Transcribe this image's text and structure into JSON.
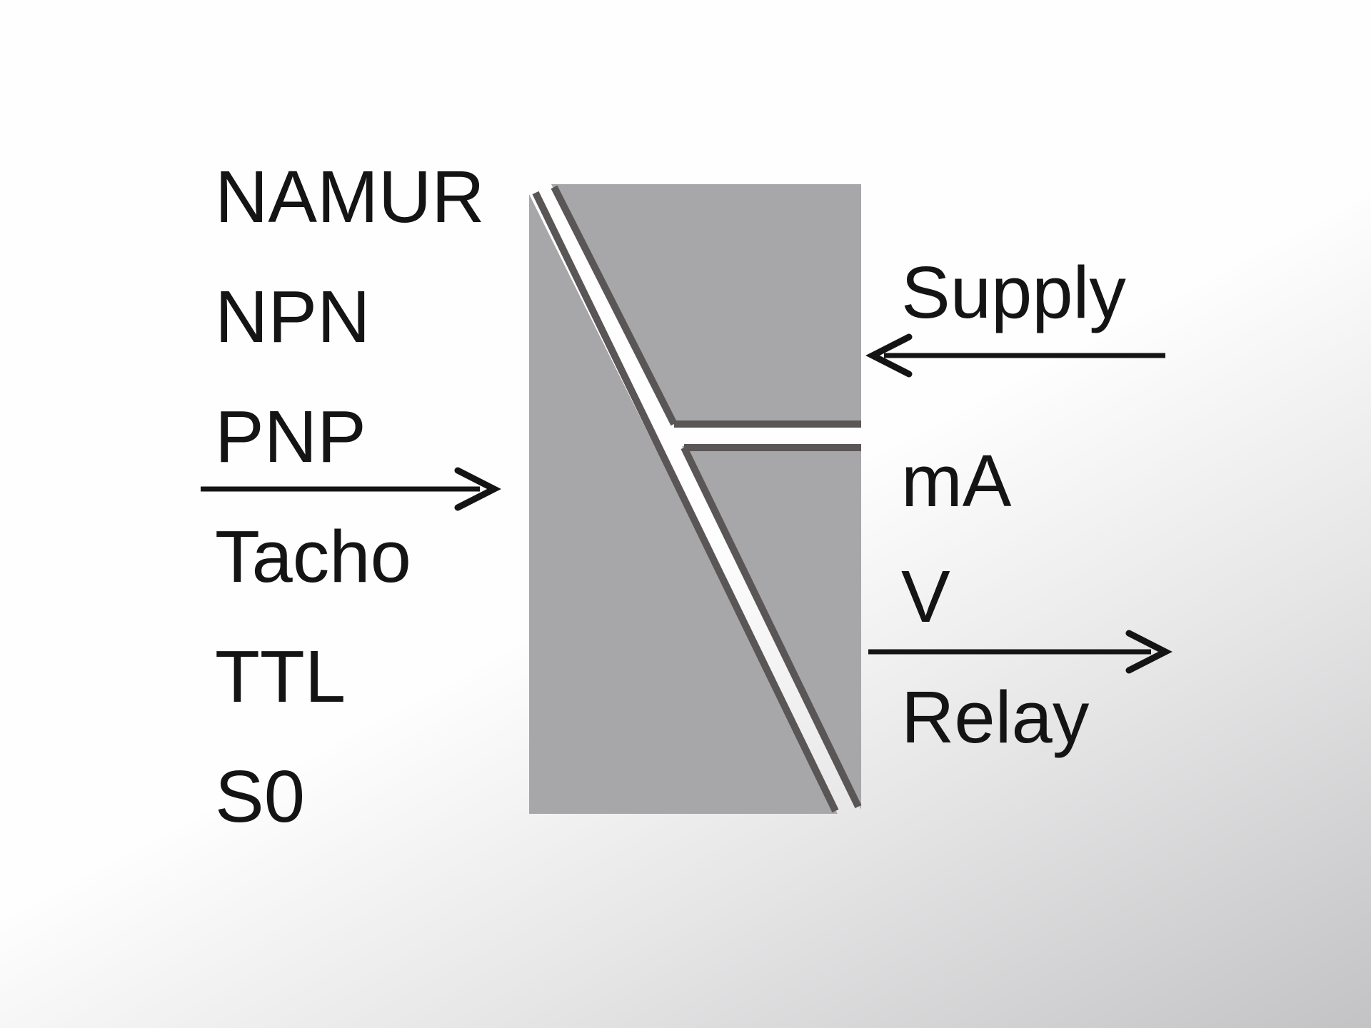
{
  "diagram": {
    "inputs": [
      "NAMUR",
      "NPN",
      "PNP",
      "Tacho",
      "TTL",
      "S0"
    ],
    "supply_label": "Supply",
    "outputs": [
      "mA",
      "V",
      "Relay"
    ],
    "colors": {
      "block_fill": "#a7a7aa",
      "divider_stroke": "#5b5656",
      "gap": "#ffffff",
      "text": "#141414",
      "arrow": "#141414"
    }
  }
}
